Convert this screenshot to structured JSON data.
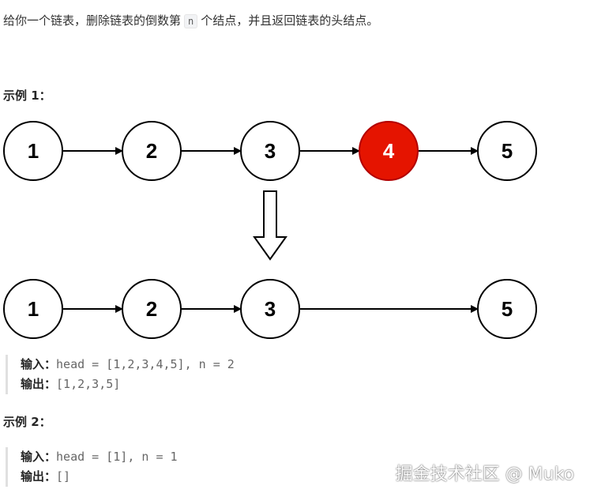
{
  "problem": {
    "text_before": "给你一个链表，删除链表的倒数第",
    "code_n": "n",
    "text_after": "个结点，并且返回链表的头结点。"
  },
  "examples": [
    {
      "heading": "示例 1：",
      "input_label": "输入：",
      "input_value": "head = [1,2,3,4,5], n = 2",
      "output_label": "输出：",
      "output_value": "[1,2,3,5]"
    },
    {
      "heading": "示例 2：",
      "input_label": "输入：",
      "input_value": "head = [1], n = 1",
      "output_label": "输出：",
      "output_value": "[]"
    }
  ],
  "diagram": {
    "before_nodes": [
      "1",
      "2",
      "3",
      "4",
      "5"
    ],
    "removed_node": "4",
    "after_nodes": [
      "1",
      "2",
      "3",
      "5"
    ],
    "colors": {
      "node_fill": "#ffffff",
      "node_stroke": "#000000",
      "removed_fill": "#e51400",
      "removed_stroke": "#b20000",
      "removed_text": "#ffffff"
    }
  },
  "watermark": "掘金技术社区 @ Muko"
}
